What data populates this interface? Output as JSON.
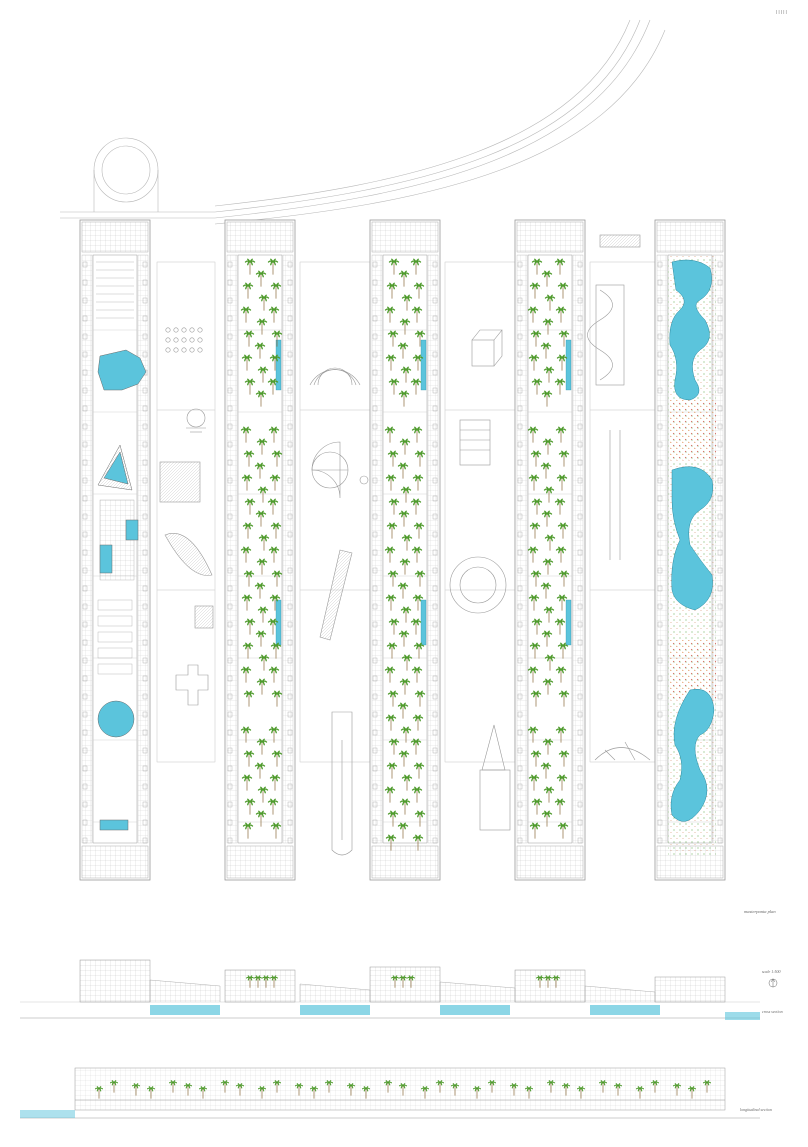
{
  "sheet": {
    "number": "IIIII"
  },
  "plan": {
    "caption": "masterpanta plan",
    "scale": "scale 1:500"
  },
  "sections": {
    "cross_caption": "cross section",
    "longitudinal_caption": "longitudinal section"
  },
  "colors": {
    "line": "#9a9a9a",
    "water": "#5bc4dc",
    "palm_leaf": "#4e9a2c",
    "palm_trunk": "#8a6a3a",
    "dots_red": "#e0706a",
    "dots_green": "#7ab86a",
    "dots_orange": "#e8a060"
  },
  "icons": {
    "north_arrow": "north-arrow-icon"
  }
}
